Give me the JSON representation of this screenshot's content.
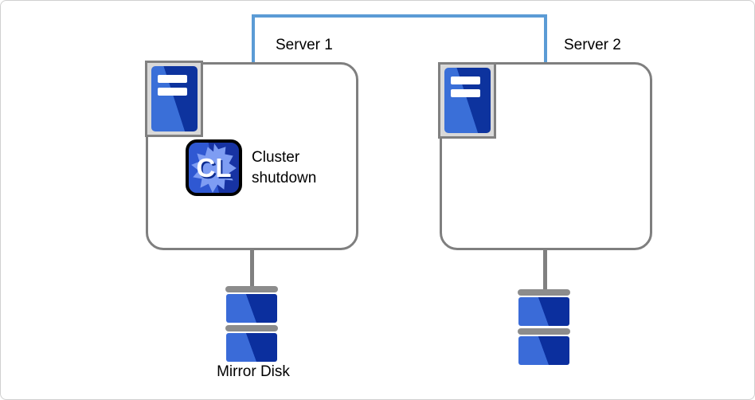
{
  "diagram": {
    "title_context": "cluster-mirror-disk-diagram",
    "servers": [
      {
        "label": "Server 1"
      },
      {
        "label": "Server 2"
      }
    ],
    "cluster_action": {
      "icon_text": "CL",
      "label": "Cluster shutdown"
    },
    "mirror_disk": {
      "label": "Mirror Disk"
    },
    "colors": {
      "interconnect_blue": "#5B9BD5",
      "server_box_border": "#7F7F7F",
      "icon_frame_fill": "#D9D9D9",
      "icon_frame_border": "#808080",
      "server_tower_blue_light": "#3A6FD8",
      "server_tower_blue_dark": "#0D339E",
      "disk_blue_light": "#3A6BD8",
      "disk_blue_dark": "#0B2F9E",
      "disk_gray": "#8C8C8C",
      "cl_icon_bg_light": "#2F58D2",
      "cl_icon_bg_dark": "#1733A3",
      "cl_icon_splat": "#7E9DF3",
      "cl_icon_border": "#000000"
    }
  }
}
